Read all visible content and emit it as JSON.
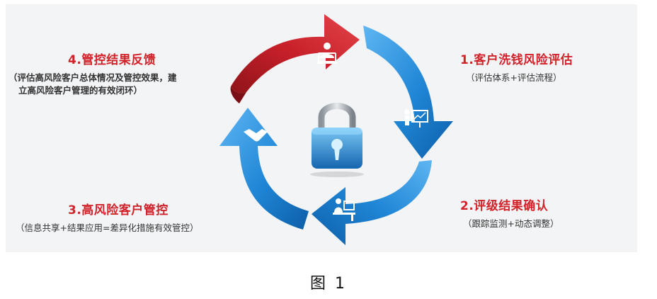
{
  "steps": [
    {
      "title": "1.客户洗钱风险评估",
      "desc": "（评估体系+评估流程）",
      "color": "#d2232a"
    },
    {
      "title": "2.评级结果确认",
      "desc": "（跟踪监测+动态调整）",
      "color": "#d2232a"
    },
    {
      "title": "3.高风险客户管控",
      "desc": "（信息共享+结果应用=差异化措施有效管控）",
      "color": "#d2232a"
    },
    {
      "title": "4.管控结果反馈",
      "desc_lines": [
        "（评估高风险客户总体情况及管控效果，建",
        "立高风险客户管理的有效闭环）"
      ],
      "color": "#d2232a"
    }
  ],
  "icons": [
    "user-laptop-icon",
    "presentation-board-icon",
    "desk-worker-icon",
    "handshake-icon",
    "padlock-icon"
  ],
  "colors": {
    "blue_arrow": "#1f86d6",
    "blue_dark": "#0d5ea8",
    "red_arrow": "#c8202a",
    "red_dark": "#8f1419"
  },
  "caption": "图 1"
}
